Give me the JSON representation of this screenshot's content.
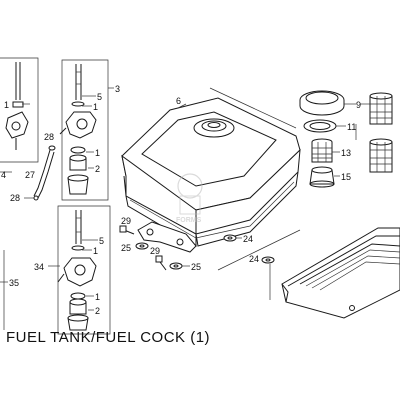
{
  "caption": "FUEL TANK/FUEL COCK (1)",
  "watermark": {
    "text": "FORMS",
    "color": "#bdbdbd"
  },
  "colors": {
    "line": "#1a1a1a",
    "background": "#ffffff"
  },
  "callouts": {
    "c1": "1",
    "c2": "2",
    "c3": "3",
    "c4": "4",
    "c5": "5",
    "c6": "6",
    "c9": "9",
    "c11": "11",
    "c13": "13",
    "c15": "15",
    "c24": "24",
    "c25": "25",
    "c27": "27",
    "c28": "28",
    "c29": "29",
    "c34": "34",
    "c35": "35"
  }
}
